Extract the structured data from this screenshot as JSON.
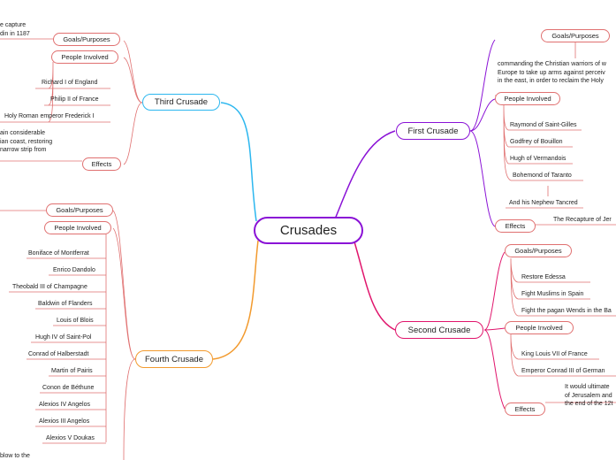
{
  "central": "Crusades",
  "colors": {
    "central": "#8a12d6",
    "first": "#8a12d6",
    "second": "#e0156c",
    "third": "#2cb7ef",
    "fourth": "#f29a2e",
    "sub": "#e07070"
  },
  "first": {
    "title": "First Crusade",
    "goals_label": "Goals/Purposes",
    "goals_text": "commanding the Christian warriors of w\nEurope to take up arms against perceiv\nin the east, in order to reclaim the Holy",
    "people_label": "People Involved",
    "people": [
      "Raymond of Saint-Gilles",
      "Godfrey of Bouillon",
      "Hugh of Vermandois",
      "Bohemond of Taranto"
    ],
    "bohemond_child": "And his Nephew Tancred",
    "effects_label": "Effects",
    "effects_text": "The Recapture of Jer"
  },
  "second": {
    "title": "Second Crusade",
    "goals_label": "Goals/Purposes",
    "goals": [
      "Restore Edessa",
      "Fight Muslims in Spain",
      "Fight the pagan Wends in the Ba"
    ],
    "people_label": "People Involved",
    "people": [
      "King Louis VII of France",
      "Emperor Conrad III of German"
    ],
    "effects_label": "Effects",
    "effects_text": "It would ultimate\nof Jerusalem and\nthe end of the 12t"
  },
  "third": {
    "title": "Third Crusade",
    "goals_label": "Goals/Purposes",
    "goals_text": "e capture\ndin in 1187",
    "people_label": "People Involved",
    "people": [
      "Richard I of England",
      "Philip II of France",
      "Holy Roman emperor Frederick I"
    ],
    "effects_label": "Effects",
    "effects_text": "ain considerable\nian coast, restoring\nnarrow strip from"
  },
  "fourth": {
    "title": "Fourth Crusade",
    "goals_label": "Goals/Purposes",
    "people_label": "People Involved",
    "people": [
      "Boniface of Montferrat",
      "Enrico Dandolo",
      "Theobald III of Champagne",
      "Baldwin of Flanders",
      "Louis of Blois",
      "Hugh IV of Saint-Pol",
      "Conrad of Halberstadt",
      "Martin of Pairis",
      "Conon de Béthune",
      "Alexios IV Angelos",
      "Alexios III Angelos",
      "Alexios V Doukas"
    ],
    "effects_text": "blow to the"
  }
}
